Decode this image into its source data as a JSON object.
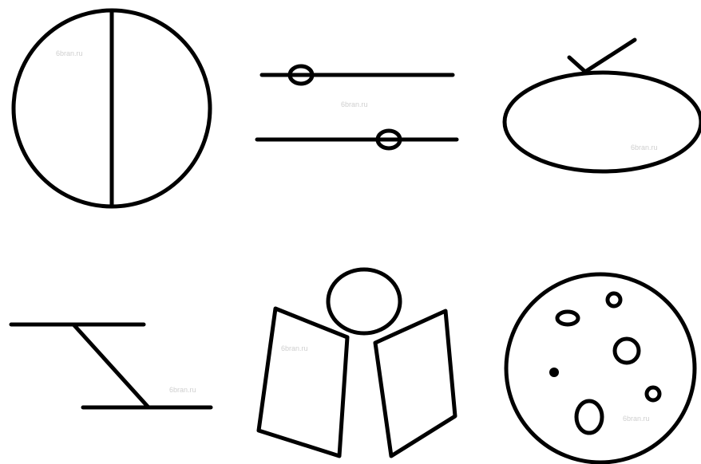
{
  "watermark_text": "6bran.ru",
  "colors": {
    "stroke": "#000000",
    "background": "#ffffff",
    "watermark": "#cfcfcf"
  },
  "figures": [
    {
      "name": "circle-with-vertical-line"
    },
    {
      "name": "two-lines-with-rings"
    },
    {
      "name": "ellipse-with-tick"
    },
    {
      "name": "z-shape"
    },
    {
      "name": "figure-with-open-book"
    },
    {
      "name": "circle-with-spots"
    }
  ]
}
